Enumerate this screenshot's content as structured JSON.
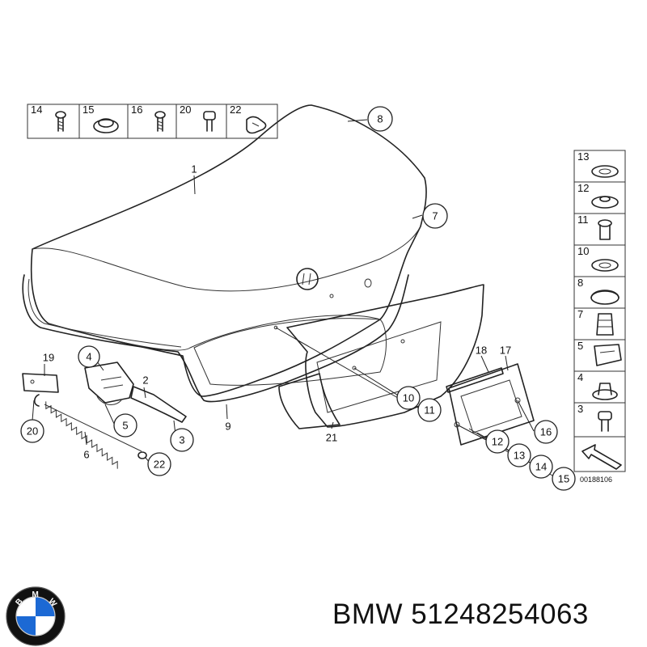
{
  "diagram": {
    "callouts_circled": [
      {
        "id": "c8",
        "label": "8"
      },
      {
        "id": "c7",
        "label": "7"
      },
      {
        "id": "c4",
        "label": "4"
      },
      {
        "id": "c5",
        "label": "5"
      },
      {
        "id": "c3",
        "label": "3"
      },
      {
        "id": "c20",
        "label": "20"
      },
      {
        "id": "c22",
        "label": "22"
      },
      {
        "id": "c10",
        "label": "10"
      },
      {
        "id": "c11",
        "label": "11"
      },
      {
        "id": "c12",
        "label": "12"
      },
      {
        "id": "c13",
        "label": "13"
      },
      {
        "id": "c14",
        "label": "14"
      },
      {
        "id": "c15",
        "label": "15"
      },
      {
        "id": "c16",
        "label": "16"
      }
    ],
    "labels_plain": [
      {
        "id": "l1",
        "label": "1"
      },
      {
        "id": "l2",
        "label": "2"
      },
      {
        "id": "l6",
        "label": "6"
      },
      {
        "id": "l9",
        "label": "9"
      },
      {
        "id": "l19",
        "label": "19"
      },
      {
        "id": "l21",
        "label": "21"
      },
      {
        "id": "l18",
        "label": "18"
      },
      {
        "id": "l17",
        "label": "17"
      }
    ],
    "top_fastener_strip": [
      "14",
      "15",
      "16",
      "20",
      "22"
    ],
    "side_fastener_column": [
      "13",
      "12",
      "11",
      "10",
      "8",
      "7",
      "5",
      "4",
      "3"
    ],
    "diagram_code": "00188106"
  },
  "caption": {
    "brand": "BMW",
    "part_number": "51248254063",
    "text": "BMW 51248254063"
  },
  "logo": {
    "letters": [
      "B",
      "M",
      "W"
    ],
    "colors": {
      "blue": "#1c69d4",
      "white": "#ffffff",
      "ring": "#111111"
    }
  }
}
